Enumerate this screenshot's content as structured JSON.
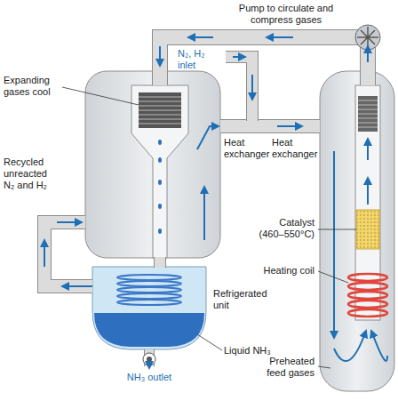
{
  "diagram": {
    "labels": [
      "Pump to circulate and compress gases",
      "N₂, H₂ inlet",
      "Expanding gases cool",
      "Heat exchanger",
      "Heat exchanger",
      "Recycled unreacted N₂ and H₂",
      "Catalyst (460–550°C)",
      "Refrigerated unit",
      "Heating coil",
      "Liquid NH₃",
      "NH₃ outlet",
      "Preheated feed gases"
    ]
  }
}
